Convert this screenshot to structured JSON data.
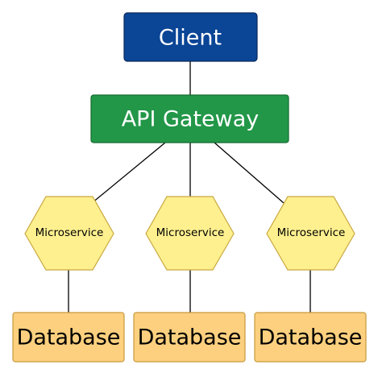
{
  "diagram": {
    "client": {
      "label": "Client",
      "fill": "#0a4596"
    },
    "gateway": {
      "label": "API Gateway",
      "fill": "#229748"
    },
    "services": [
      {
        "label": "Microservice"
      },
      {
        "label": "Microservice"
      },
      {
        "label": "Microservice"
      }
    ],
    "databases": [
      {
        "label": "Database"
      },
      {
        "label": "Database"
      },
      {
        "label": "Database"
      }
    ],
    "colors": {
      "service_fill": "#fef08f",
      "service_stroke": "#c9a840",
      "database_fill": "#fcd07e",
      "database_stroke": "#c79a3e",
      "connector": "#000000"
    }
  }
}
